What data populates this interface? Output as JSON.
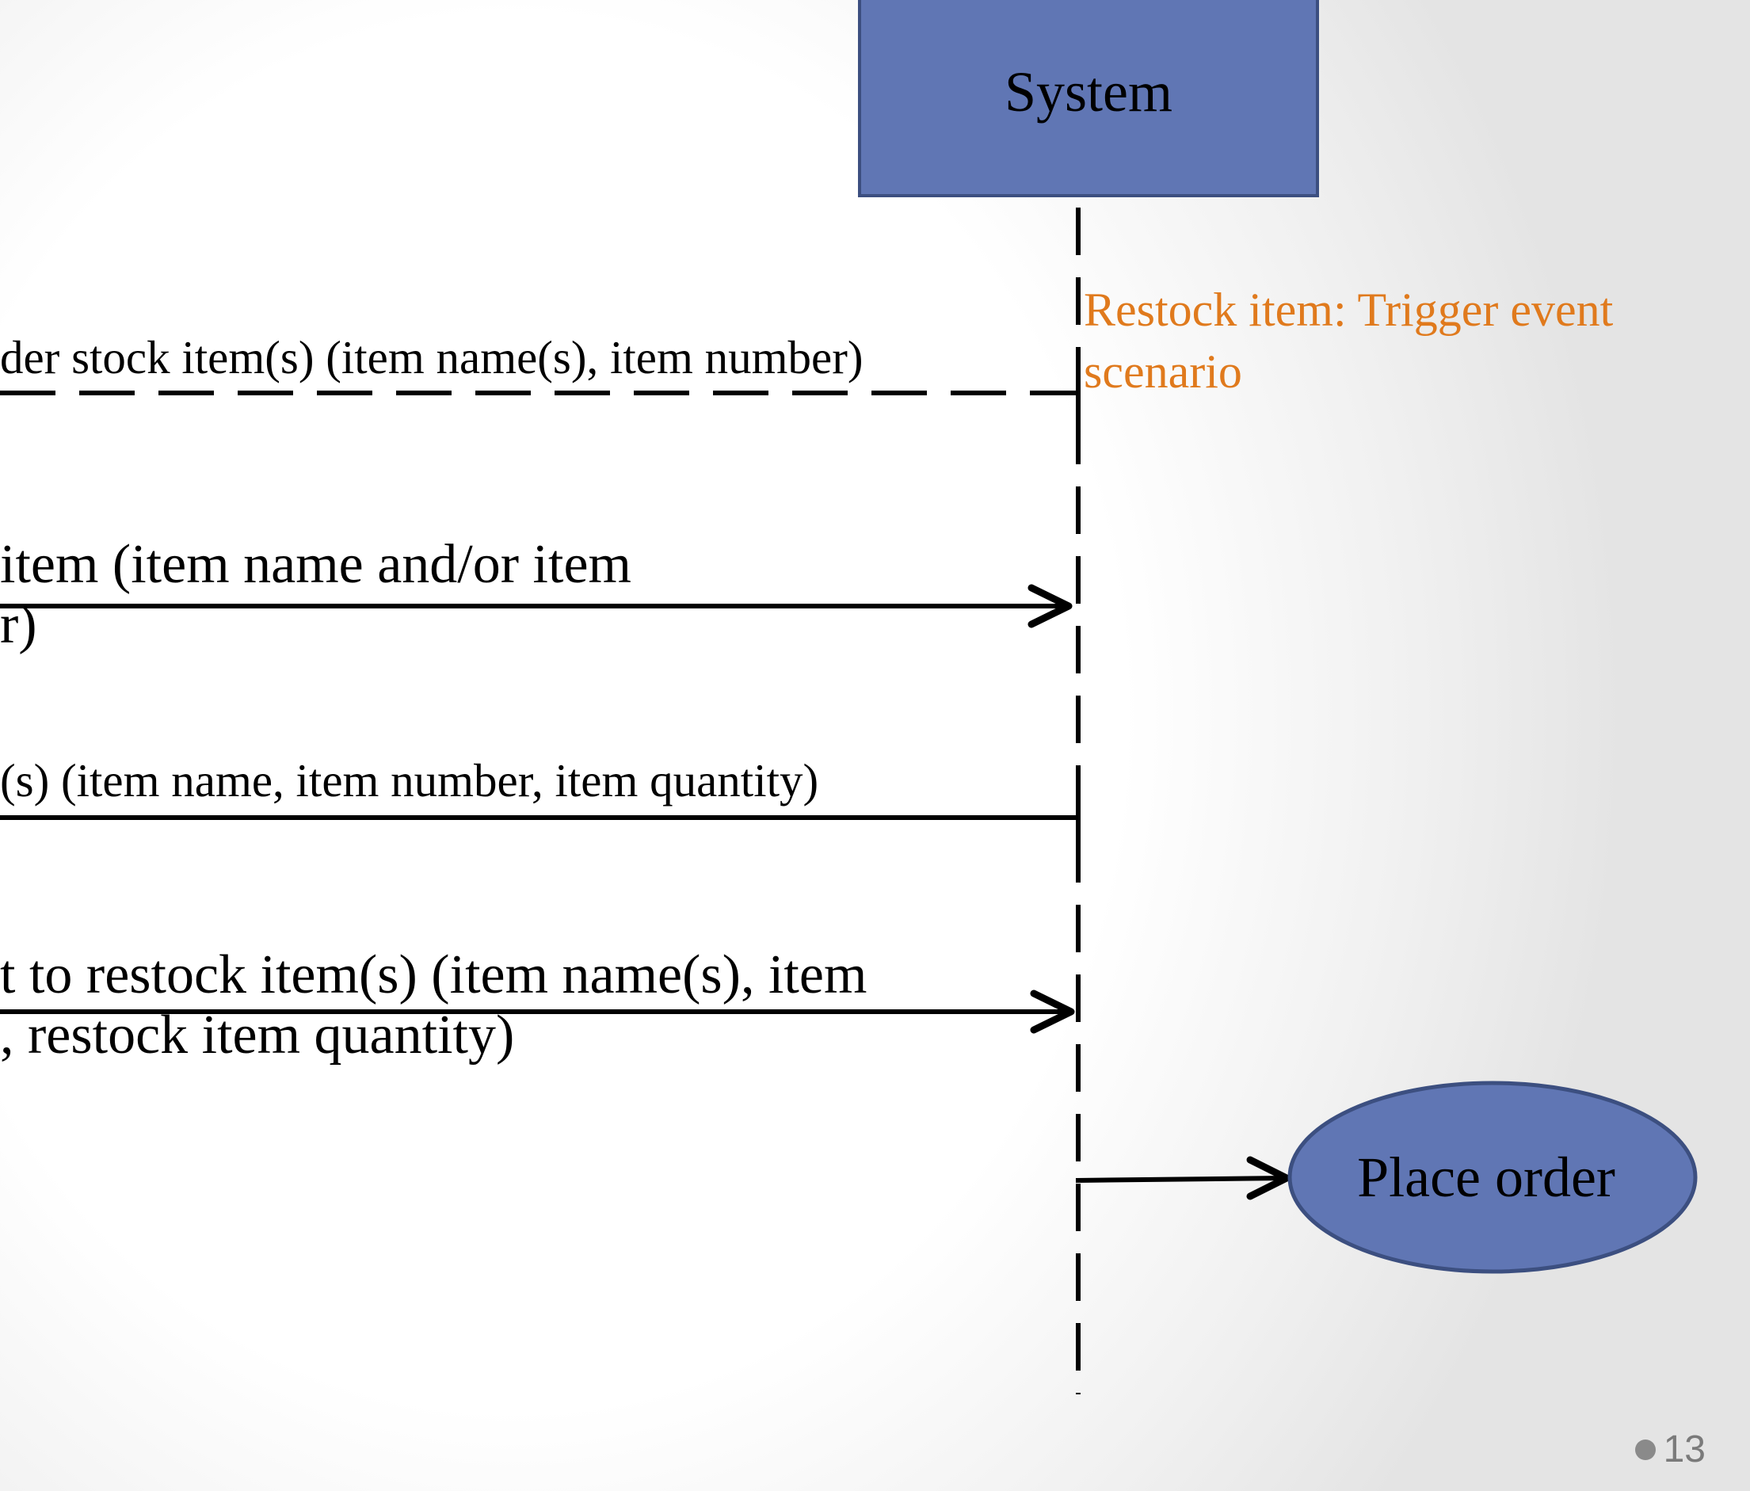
{
  "actor": {
    "label": "System"
  },
  "note": {
    "line1": "Restock item: Trigger event",
    "line2": "scenario"
  },
  "messages": [
    {
      "line1": "der stock item(s) (item name(s), item number)",
      "line2": ""
    },
    {
      "line1": " item (item name and/or item",
      "line2": "r)"
    },
    {
      "line1": "(s) (item name, item number, item quantity)",
      "line2": ""
    },
    {
      "line1": "t to restock item(s) (item name(s), item",
      "line2": ", restock item quantity)"
    }
  ],
  "use_case": {
    "label": "Place order"
  },
  "page_number": "13",
  "colors": {
    "actor_fill": "#6076b4",
    "note_text": "#e07a1d"
  }
}
